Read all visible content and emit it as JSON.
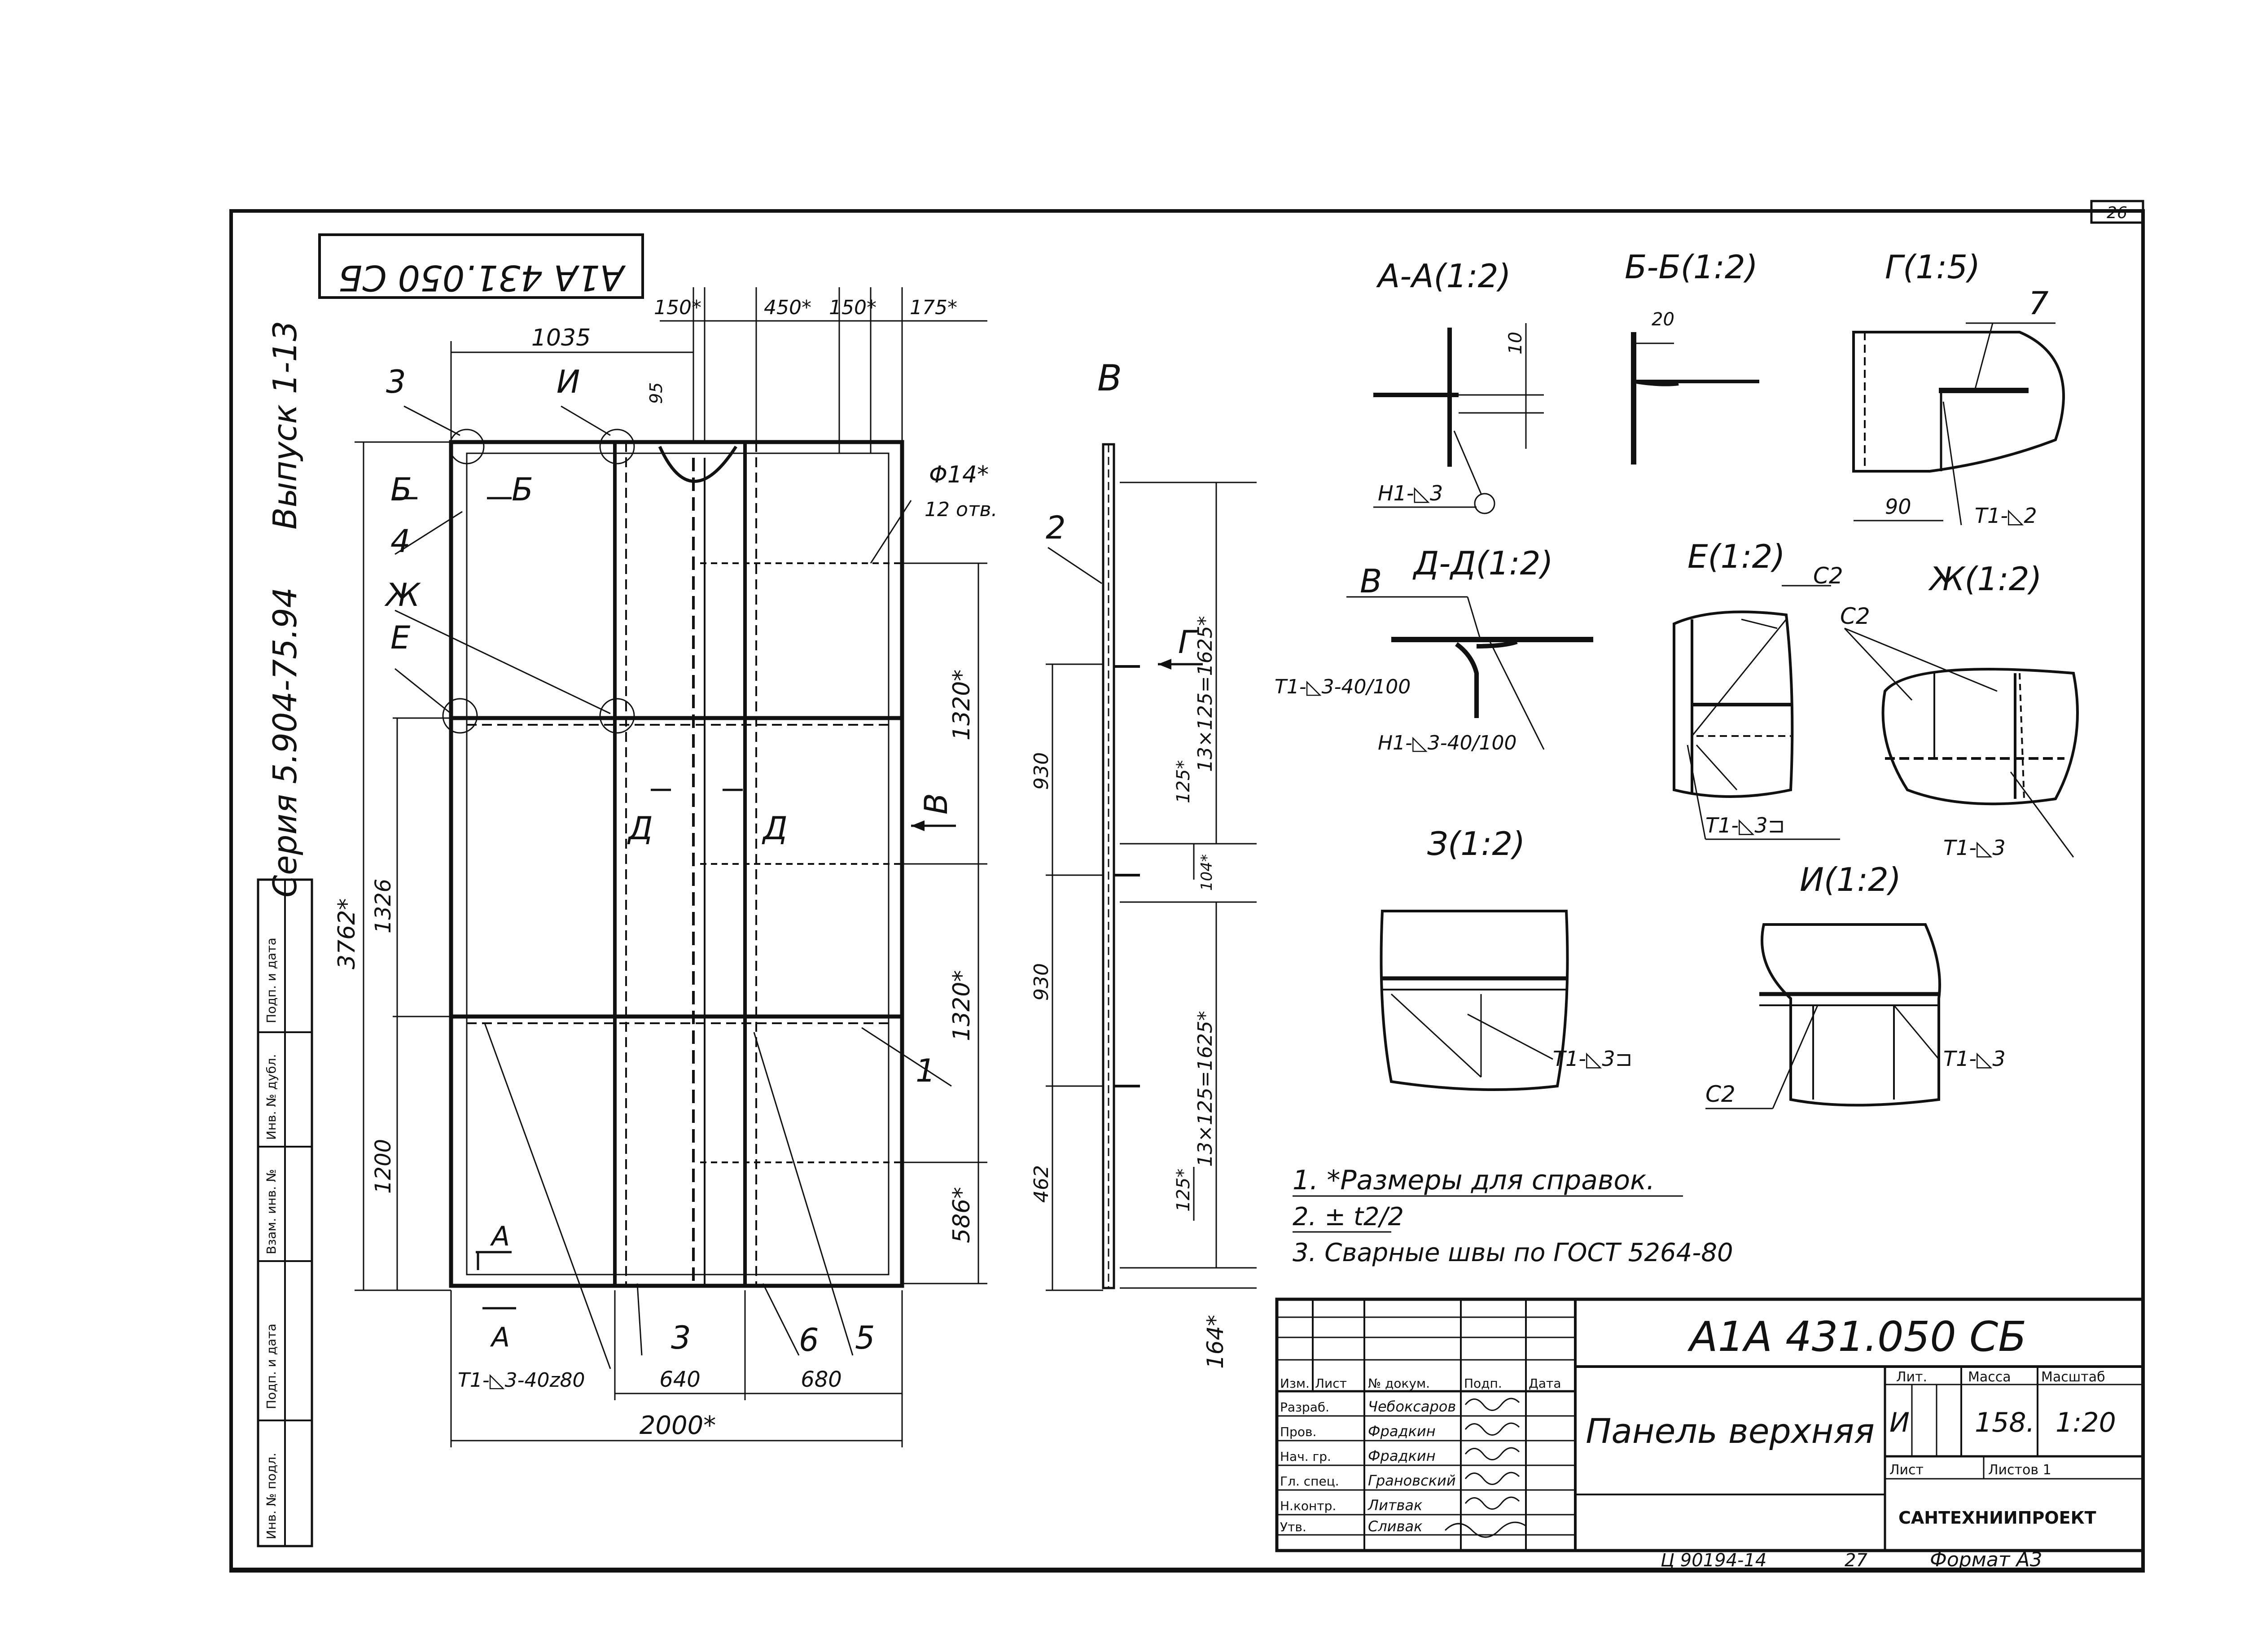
{
  "sheet": {
    "sheet_number": "26",
    "doc_code_top": "А1А 431.050 СБ",
    "series_side": "Серия 5.904-75.94",
    "issue_side": "Выпуск 1-13"
  },
  "front_view": {
    "dims": {
      "d1035": "1035",
      "d150": "150*",
      "d450": "450*",
      "d150b": "150*",
      "d175": "175*",
      "d95": "95",
      "d3762": "3762*",
      "d1326": "1326",
      "d1200": "1200",
      "d1320a": "1320*",
      "d1320b": "1320*",
      "d586": "586*",
      "d640": "640",
      "d680": "680",
      "d2000": "2000*",
      "hole_dia": "Φ14*",
      "hole_count": "12 отв."
    },
    "callouts": [
      "3",
      "И",
      "Б",
      "Б",
      "4",
      "Ж",
      "Е",
      "Д",
      "Д",
      "В",
      "1",
      "3",
      "6",
      "5",
      "А",
      "А",
      "2"
    ],
    "weld_note": "Т1-◺3-40z80"
  },
  "side_view": {
    "title": "В",
    "dims": {
      "d930a": "930",
      "d930b": "930",
      "d462": "462",
      "d125a": "125*",
      "d125b": "125*",
      "d104": "104*",
      "d13x125a": "13×125=1625*",
      "d13x125b": "13×125=1625*",
      "d164": "164*"
    },
    "callout_g": "Г",
    "callout_2": "2"
  },
  "details": {
    "aa": {
      "title": "А-А(1:2)",
      "dim": "10",
      "weld": "Н1-◺3"
    },
    "bb": {
      "title": "Б-Б(1:2)",
      "dim": "20"
    },
    "g": {
      "title": "Г(1:5)",
      "pos": "7",
      "dim": "90",
      "weld": "Т1-◺2"
    },
    "v": {
      "label": "В",
      "title": "Д-Д(1:2)",
      "weld1": "Т1-◺3-40/100",
      "weld2": "Н1-◺3-40/100"
    },
    "e": {
      "title": "Е(1:2)",
      "c2": "С2",
      "weld": "Т1-◺3⊐"
    },
    "zh": {
      "title": "Ж(1:2)",
      "c2": "С2",
      "weld": "Т1-◺3"
    },
    "z": {
      "title": "З(1:2)",
      "weld": "Т1-◺3⊐"
    },
    "i": {
      "title": "И(1:2)",
      "weld": "Т1-◺3",
      "c2": "С2"
    }
  },
  "notes": [
    "1. *Размеры для справок.",
    "2. ± t2/2",
    "3. Сварные швы по ГОСТ 5264-80"
  ],
  "left_stamp": [
    "Подп. и дата",
    "Инв. № дубл.",
    "Взам. инв. №",
    "Подп. и дата",
    "Инв. № подл."
  ],
  "title_block": {
    "doc_code": "А1А 431.050 СБ",
    "title": "Панель верхняя",
    "headers": [
      "Изм.",
      "Лист",
      "№ докум.",
      "Подп.",
      "Дата"
    ],
    "roles": [
      {
        "role": "Разраб.",
        "name": "Чебоксаров"
      },
      {
        "role": "Пров.",
        "name": "Фрадкин"
      },
      {
        "role": "Нач. гр.",
        "name": "Фрадкин"
      },
      {
        "role": "Гл. спец.",
        "name": "Грановский"
      },
      {
        "role": "Н.контр.",
        "name": "Литвак"
      },
      {
        "role": "Утв.",
        "name": "Сливак"
      }
    ],
    "lit_label": "Лит.",
    "lit_value": "И",
    "mass_label": "Масса",
    "mass_value": "158.",
    "scale_label": "Масштаб",
    "scale_value": "1:20",
    "sheet_label": "Лист",
    "sheets_label": "Листов 1",
    "org": "САНТЕХНИИПРОЕКТ",
    "inv_bottom": "Ц 90194-14",
    "page_bottom": "27",
    "format": "Формат А3"
  }
}
